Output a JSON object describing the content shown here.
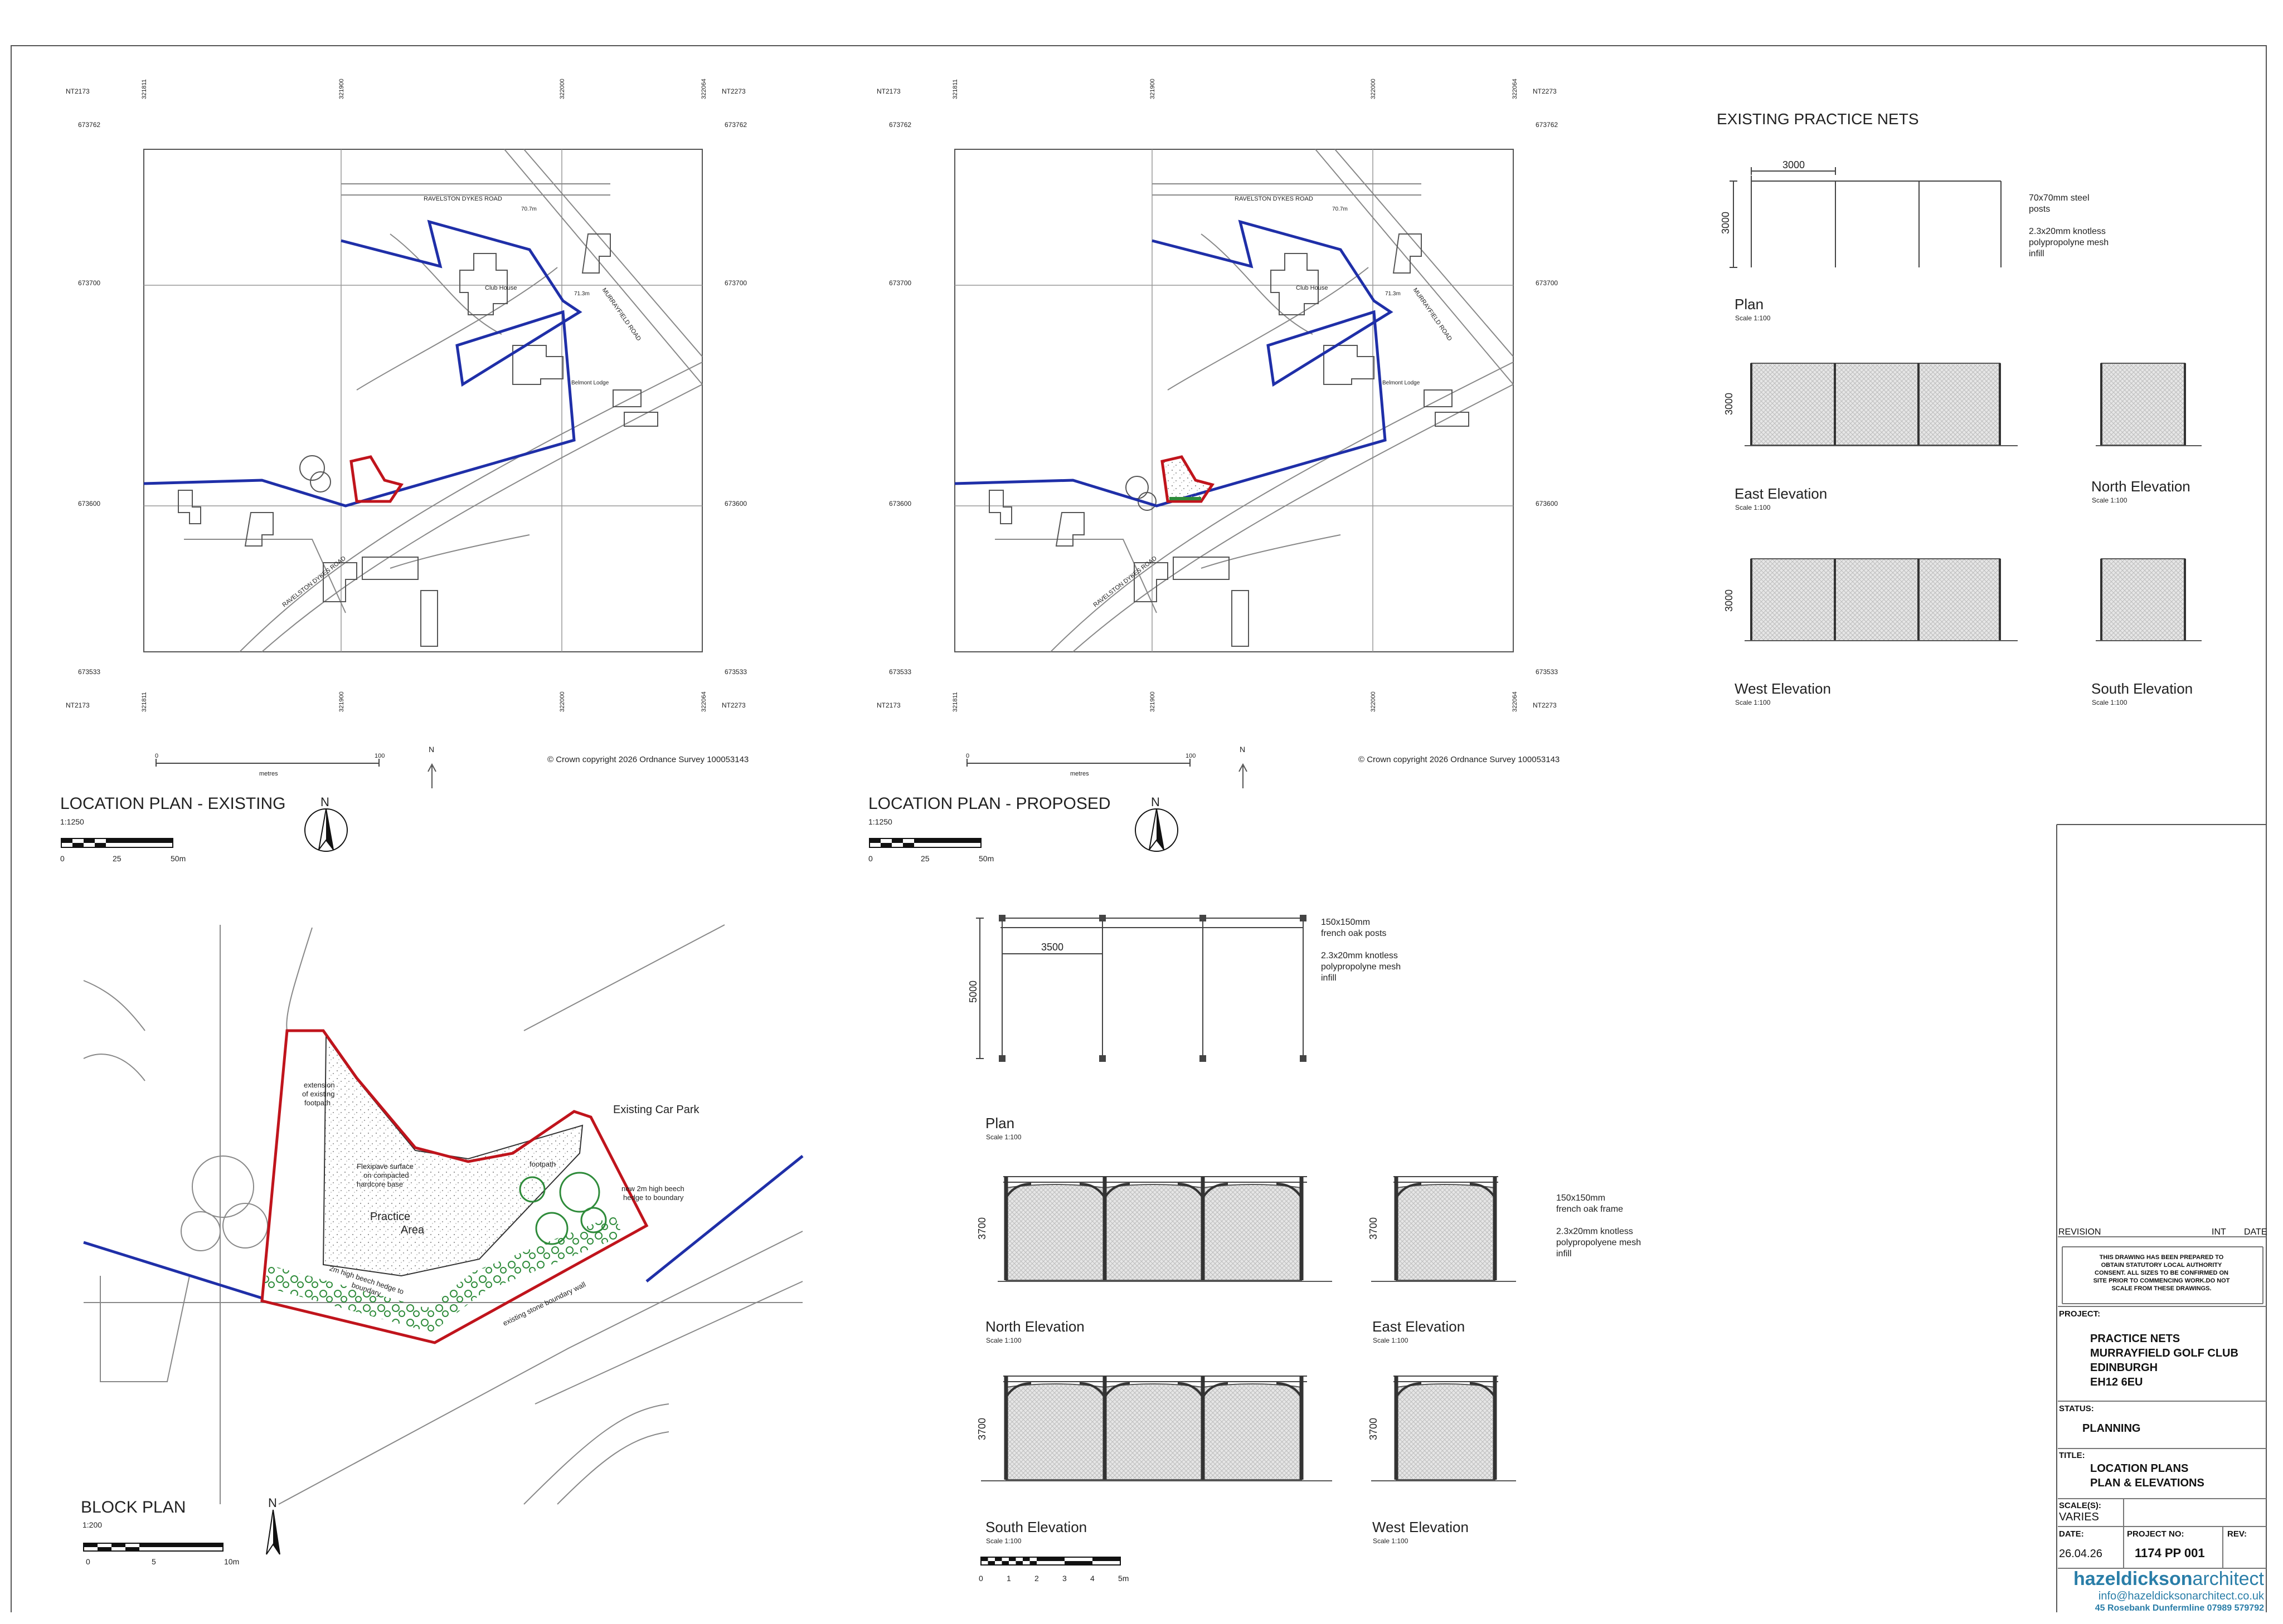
{
  "colors": {
    "redline": "#c0141c",
    "blueline": "#1f2fa8",
    "hedge": "#2e8b3a",
    "brand": "#2a7ea8"
  },
  "grid_labels": {
    "corner_tl": "NT2173",
    "corner_tr": "NT2273",
    "n_top": "673762",
    "n_mid": "673700",
    "n_lower": "673600",
    "n_bottom": "673533",
    "e_left": "321811",
    "e_mid1": "321900",
    "e_mid2": "322000",
    "e_right": "322064"
  },
  "map": {
    "road1": "RAVELSTON DYKES ROAD",
    "road2": "MURRAYFIELD ROAD",
    "road3": "RAVELSTON DYKES ROAD",
    "club_house": "Club House",
    "lodge": "Belmont Lodge",
    "level1": "70.7m",
    "level2": "71.3m",
    "scale_zero": "0",
    "scale_hundred": "100",
    "scale_unit": "metres",
    "north_small": "N",
    "copyright": "© Crown copyright 2026 Ordnance Survey 100053143"
  },
  "loc_existing": {
    "title": "LOCATION PLAN - EXISTING",
    "scale": "1:1250",
    "s0": "0",
    "s1": "25",
    "s2": "50m"
  },
  "loc_proposed": {
    "title": "LOCATION PLAN - PROPOSED",
    "scale": "1:1250",
    "s0": "0",
    "s1": "25",
    "s2": "50m"
  },
  "north": "N",
  "block": {
    "title": "BLOCK PLAN",
    "scale": "1:200",
    "s0": "0",
    "s1": "5",
    "s2": "10m",
    "car_park": "Existing Car Park",
    "practice1": "Practice",
    "practice2": "Area",
    "ext1": "extension",
    "ext2": "of existing",
    "ext3": "footpath",
    "flexi1": "Flexipave surface",
    "flexi2": "on compacted",
    "flexi3": "hardcore base",
    "footpath": "footpath",
    "hedge_new1": "new 2m high beech",
    "hedge_new2": "hedge to boundary",
    "hedge_a1": "2m high beech hedge to",
    "hedge_a2": "boundary",
    "wall": "existing stone boundary wall"
  },
  "existing_nets": {
    "heading": "EXISTING PRACTICE NETS",
    "dim_w": "3000",
    "dim_h": "3000",
    "dim_e": "3000",
    "dim_wv": "3000",
    "posts1": "70x70mm steel",
    "posts2": "posts",
    "mesh1": "2.3x20mm knotless",
    "mesh2": "polypropolyne mesh",
    "mesh3": "infill",
    "plan": "Plan",
    "plan_scale": "Scale 1:100",
    "east": "East Elevation",
    "east_scale": "Scale 1:100",
    "north": "North Elevation",
    "north_scale": "Scale 1:100",
    "west": "West Elevation",
    "west_scale": "Scale 1:100",
    "south": "South Elevation",
    "south_scale": "Scale 1:100"
  },
  "proposed_nets": {
    "dim_w": "3500",
    "dim_h": "5000",
    "dim_n": "3700",
    "dim_e": "3700",
    "dim_s": "3700",
    "dim_wv": "3700",
    "posts1": "150x150mm",
    "posts2": "french oak posts",
    "mesh1": "2.3x20mm knotless",
    "mesh2": "polypropolyne mesh",
    "mesh3": "infill",
    "frame1": "150x150mm",
    "frame2": "french oak frame",
    "mesh_b1": "2.3x20mm knotless",
    "mesh_b2": "polypropolyene mesh",
    "mesh_b3": "infill",
    "plan": "Plan",
    "plan_scale": "Scale 1:100",
    "north": "North Elevation",
    "north_scale": "Scale 1:100",
    "east": "East Elevation",
    "east_scale": "Scale 1:100",
    "south": "South Elevation",
    "south_scale": "Scale 1:100",
    "west": "West Elevation",
    "west_scale": "Scale 1:100",
    "bar": [
      "0",
      "1",
      "2",
      "3",
      "4",
      "5m"
    ]
  },
  "titleblock": {
    "revision": "REVISION",
    "int": "INT",
    "date_h": "DATE",
    "note1": "THIS DRAWING HAS BEEN PREPARED TO",
    "note2": "OBTAIN STATUTORY LOCAL AUTHORITY",
    "note3": "CONSENT. ALL SIZES TO BE CONFIRMED ON",
    "note4": "SITE PRIOR TO COMMENCING WORK.DO NOT",
    "note5": "SCALE FROM THESE DRAWINGS.",
    "project_label": "PROJECT:",
    "project1": "PRACTICE NETS",
    "project2": "MURRAYFIELD GOLF CLUB",
    "project3": "EDINBURGH",
    "project4": "EH12 6EU",
    "status_label": "STATUS:",
    "status": "PLANNING",
    "title_label": "TITLE:",
    "title1": "LOCATION PLANS",
    "title2": "PLAN & ELEVATIONS",
    "scale_label": "SCALE(S):",
    "scale": "VARIES",
    "date_label": "DATE:",
    "date": "26.04.26",
    "projno_label": "PROJECT NO:",
    "projno": "1174 PP 001",
    "rev_label": "REV:",
    "brand_a": "hazeldickson",
    "brand_b": "architect",
    "email": "info@hazeldicksonarchitect.co.uk",
    "address": "45 Rosebank Dunfermline  07989 579792"
  }
}
